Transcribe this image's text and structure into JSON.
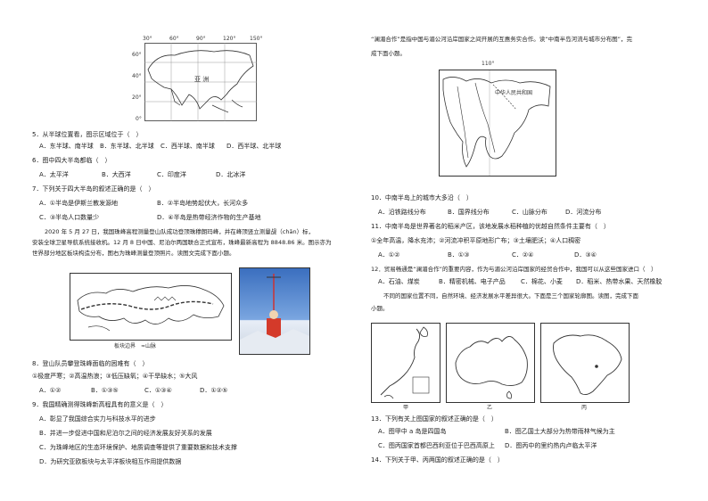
{
  "left": {
    "map1": {
      "lon_ticks": [
        "30°",
        "60°",
        "90°",
        "120°",
        "150°"
      ],
      "lat_ticks": [
        "60°",
        "40°",
        "20°",
        "0°"
      ],
      "region_label": "亚 洲"
    },
    "q5": {
      "stem": "5．从半球位置看，图示区域位于（　）",
      "A": "A．东半球、南半球",
      "B": "B．东半球、北半球",
      "C": "C．西半球、南半球",
      "D": "D．西半球、北半球"
    },
    "q6": {
      "stem": "6．图中四大半岛都临（　）",
      "A": "A．太平洋",
      "B": "B．大西洋",
      "C": "C．印度洋",
      "D": "D．北冰洋"
    },
    "q7": {
      "stem": "7．下列关于四大半岛的叙述正确的是（　）",
      "A": "A．①半岛是伊斯兰教发源地",
      "B": "B．②半岛地势起伏大，长河众多",
      "C": "C．③半岛人口数量少",
      "D": "D．④半岛是热带经济作物的生产基地"
    },
    "passage": [
      "2020 年 5 月 27 日，我国珠峰高程测量登山队成功登顶珠穆朗玛峰，并在峰顶竖立测量觇（chān）标，",
      "安装全球卫星导航系统接收机。12 月 8 日中国、尼泊尔两国联合正式宣布，珠峰最新高程为 8848.86 米。图示亦为",
      "世界部分地区板块构造分布，图右为珠峰测量登顶照片。读图文完成下面小题。"
    ],
    "map2_legend": "板块边界　≈山脉",
    "q8": {
      "stem": "8．登山队员攀登珠峰面临的困难有（　）",
      "items": "①极度严寒；②高温热浪；③低压缺氧；④干旱缺水；⑤大风",
      "A": "A．①②",
      "B": "B．①③⑤",
      "C": "C．①③④",
      "D": "D．①②⑤"
    },
    "q9": {
      "stem": "9．我国精确测得珠峰新高程具有的意义是（　）",
      "A": "A．彰显了我国综合实力与科技水平的进步",
      "B": "B．并进一步促进中国和尼泊尔之间的经济发展友好关系的发展",
      "C": "C．为珠峰地区的生态环境保护、地质调查等提供了重要数据和技术支撑",
      "D": "D．为研究亚欧板块与太平洋板块相互作用提供数据"
    }
  },
  "right": {
    "intro": [
      "“澜湄合作”是指中国与湄公河沿岸国家之间开展的互惠务实合作。读“中南半岛河流与城市分布图”，完",
      "成下面小题。"
    ],
    "map3": {
      "lon_tick": "110°",
      "country_label": "中华人民共和国"
    },
    "q10": {
      "stem": "10．中南半岛上的城市大多沿（　）",
      "A": "A．沿铁路线分布",
      "B": "B．国界线分布",
      "C": "C．山脉分布",
      "D": "D．河流分布"
    },
    "q11": {
      "stem": "11．中南半岛是世界著名的稻米产区，该地发展水稻种植的优越自然条件主要有（　）",
      "items": "①全年高温，降水充沛；②河流冲积平原地形广布；③土壤肥沃；④人口稠密",
      "A": "A．①②",
      "B": "B．①③",
      "C": "C．②④",
      "D": "D．③④"
    },
    "q12": {
      "stem": "12．贸易畅通是“澜湄合作”的重要内容，作为与湄公河沿岸国家的经贸合作中，我国可以从这些国家进口（　）",
      "A": "A．石油、煤炭",
      "B": "B．精密机械、电子产品",
      "C": "C．棉花、小麦",
      "D": "D．稻米、热带水果、天然橡胶"
    },
    "passage2": [
      "不同的国家位置不同，自然环境、经济发展水平差异很大。下面是三个国家轮廓图。读图，完成下面",
      "小题。"
    ],
    "fig_labels": [
      "甲",
      "乙",
      "丙"
    ],
    "q13": {
      "stem": "13．下列有关上图国家的叙述正确的是（　）",
      "A": "A．图甲中 a 岛是四国岛",
      "B": "B．图乙国土大部分为热带雨林气候为主",
      "C": "C．图丙国家首都巴西利亚位于巴西高原上",
      "D": "D．图丙中的里约热内卢临太平洋"
    },
    "q14": {
      "stem": "14．下列关于甲、丙两国的叙述正确的是（　）"
    }
  }
}
